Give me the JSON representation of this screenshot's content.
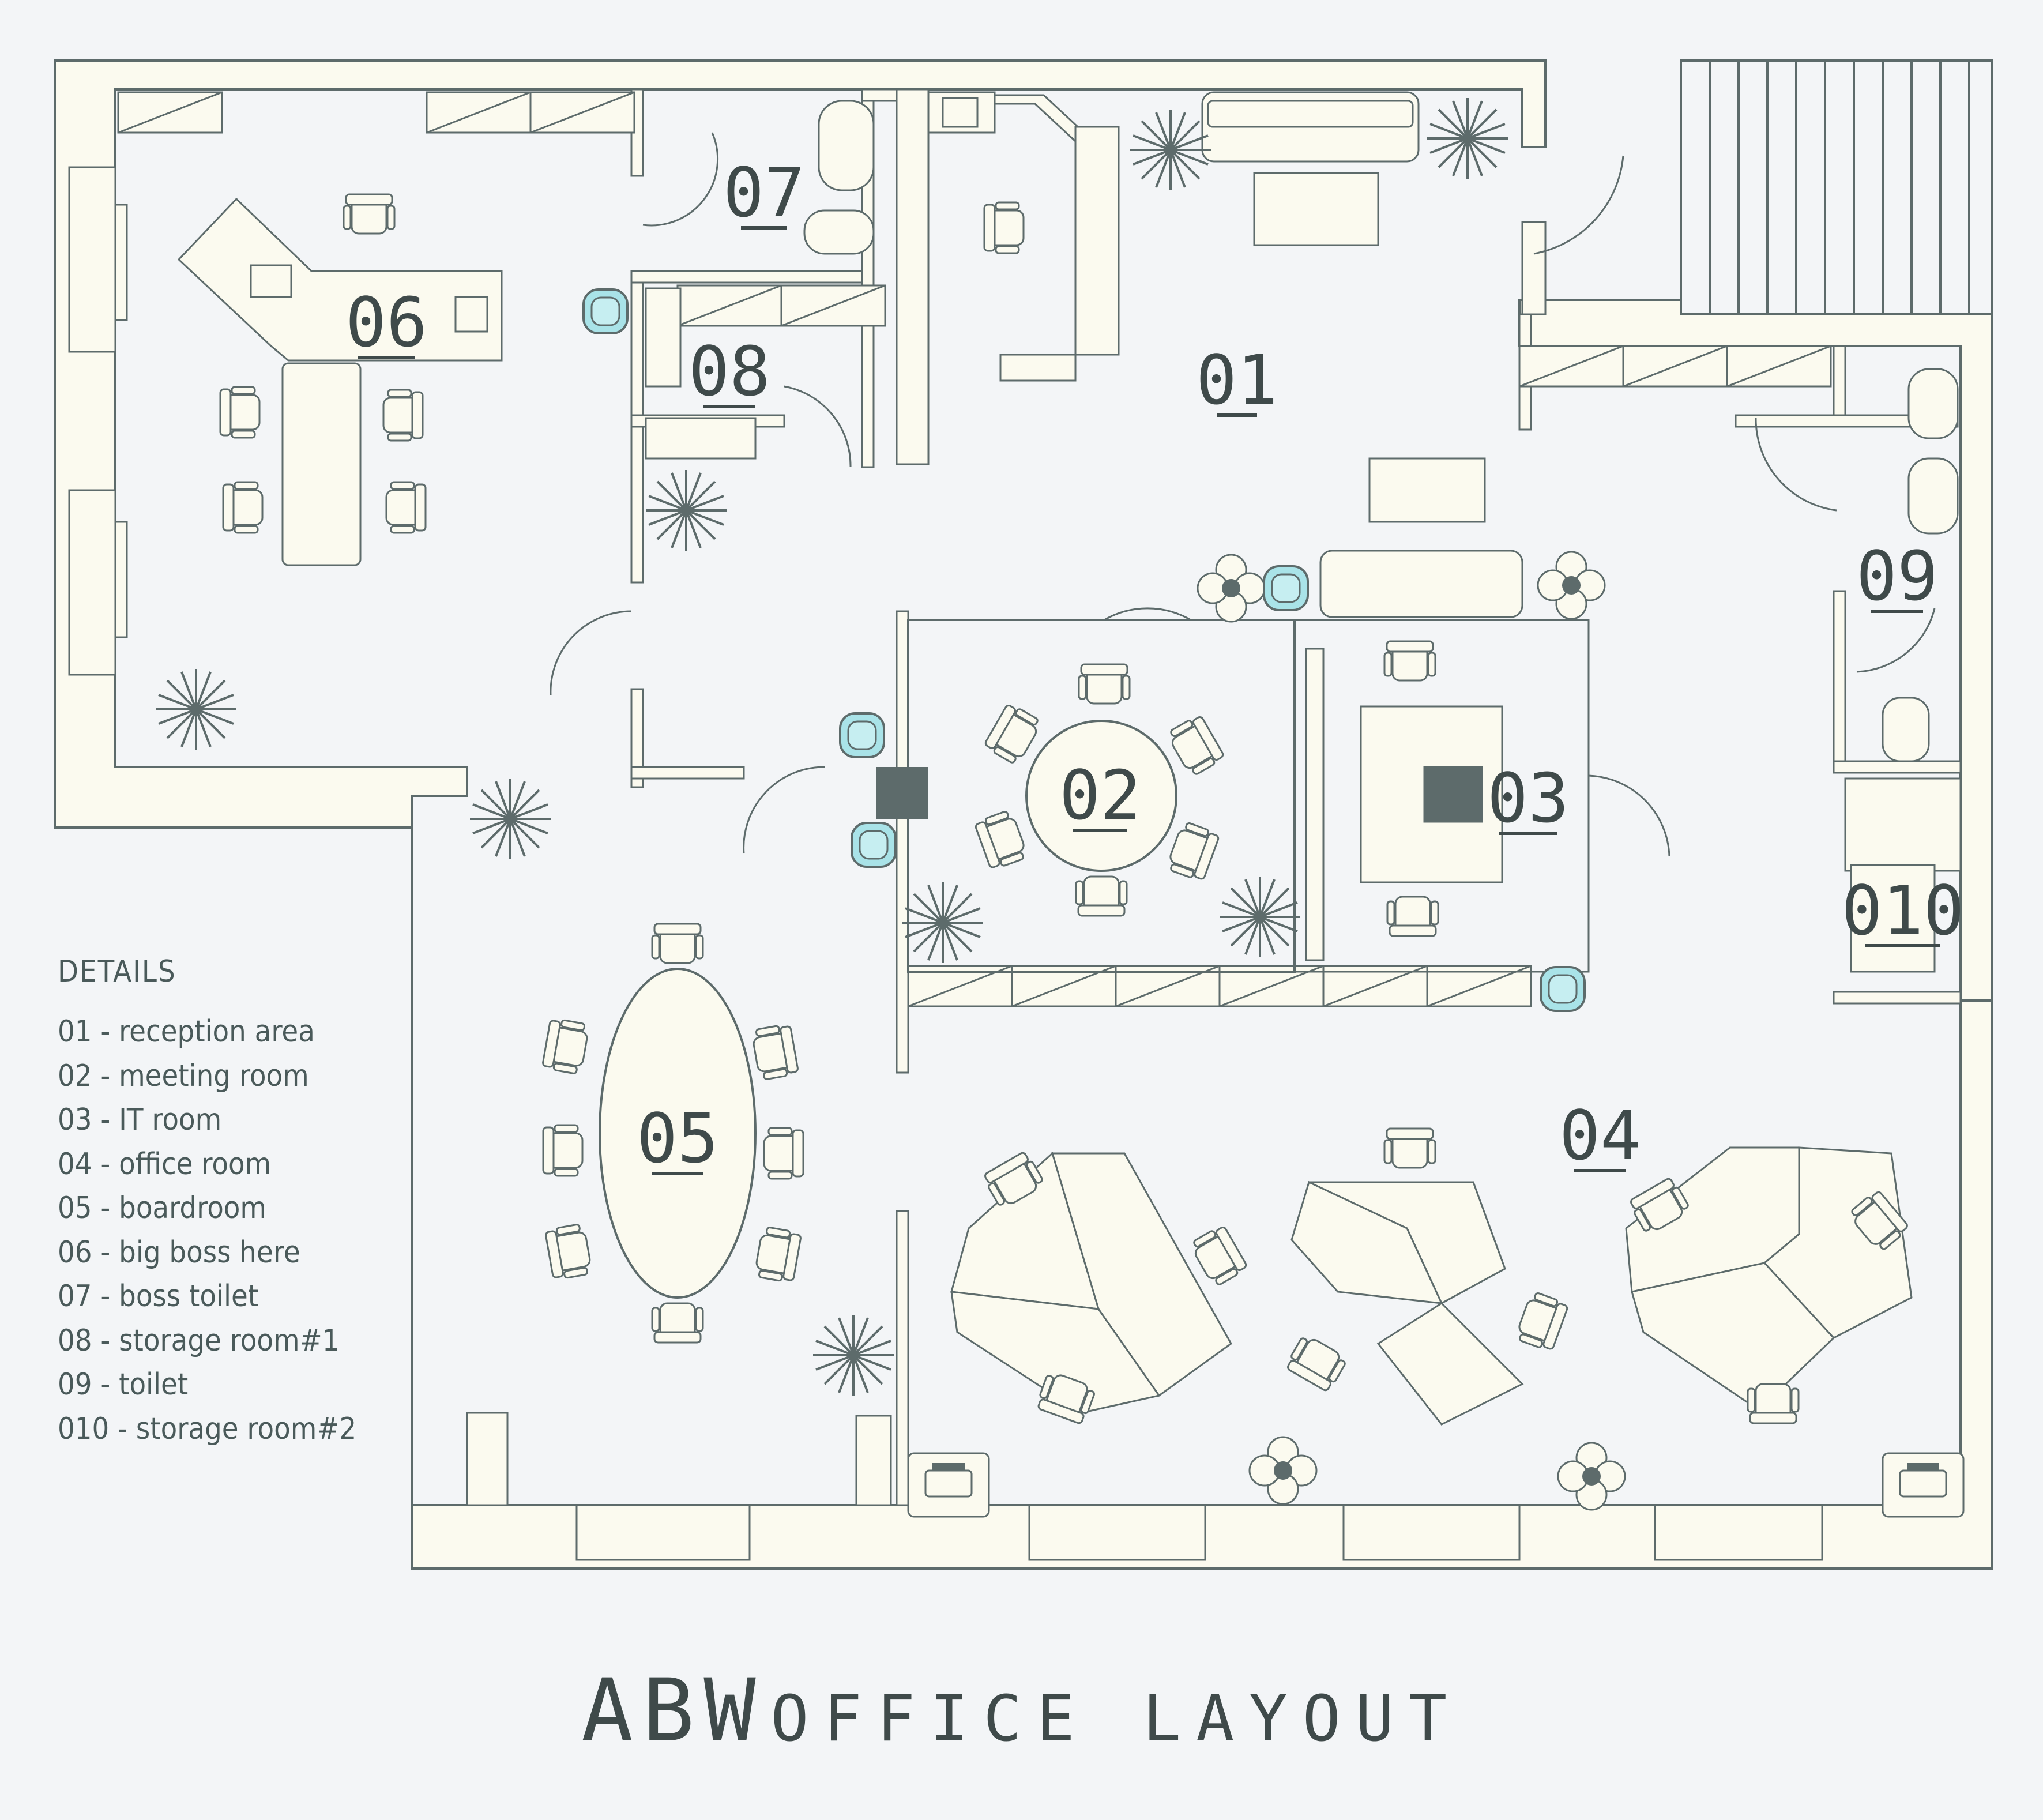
{
  "title": {
    "prefix": "ABW",
    "rest": "OFFICE LAYOUT"
  },
  "rooms": [
    {
      "id": "01",
      "label": "01"
    },
    {
      "id": "02",
      "label": "02"
    },
    {
      "id": "03",
      "label": "03"
    },
    {
      "id": "04",
      "label": "04"
    },
    {
      "id": "05",
      "label": "05"
    },
    {
      "id": "06",
      "label": "06"
    },
    {
      "id": "07",
      "label": "07"
    },
    {
      "id": "08",
      "label": "08"
    },
    {
      "id": "09",
      "label": "09"
    },
    {
      "id": "010",
      "label": "010"
    }
  ],
  "details": {
    "heading": "DETAILS",
    "items": [
      "01  - reception area",
      "02 - meeting room",
      "03 - IT room",
      "04 - office room",
      "05 - boardroom",
      "06 - big boss here",
      "07 - boss toilet",
      "08 - storage room#1",
      "09 - toilet",
      "010 - storage room#2"
    ]
  },
  "colors": {
    "wall": "#fbfaef",
    "line": "#5d6b6b",
    "floor": "#f3f5f7",
    "accent": "#a9e3e8",
    "text": "#3f4a4a"
  }
}
